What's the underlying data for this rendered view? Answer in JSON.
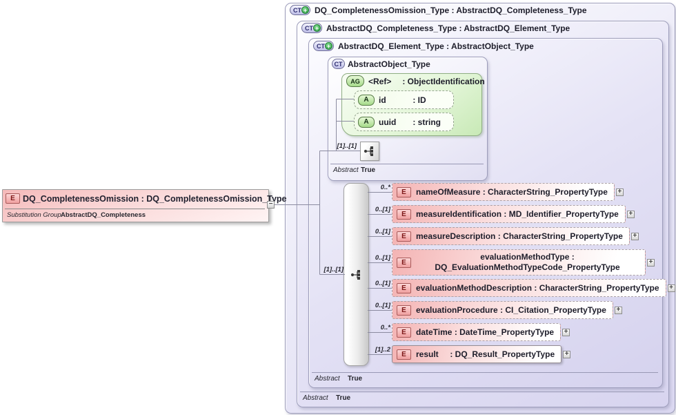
{
  "diagram": {
    "left_element": {
      "icon": "E",
      "title": "DQ_CompletenessOmission : DQ_CompletenessOmission_Type",
      "substitution_group_label": "Substitution Group",
      "substitution_group_value": "AbstractDQ_Completeness"
    },
    "type_boxes": [
      {
        "icon": "CT",
        "title": "DQ_CompletenessOmission_Type : AbstractDQ_Completeness_Type"
      },
      {
        "icon": "CT",
        "title": "AbstractDQ_Completeness_Type : AbstractDQ_Element_Type",
        "abstract_label": "Abstract",
        "abstract_value": "True"
      },
      {
        "icon": "CT",
        "title": "AbstractDQ_Element_Type : AbstractObject_Type",
        "abstract_label": "Abstract",
        "abstract_value": "True"
      },
      {
        "icon": "CT",
        "title": "AbstractObject_Type",
        "abstract_label": "Abstract",
        "abstract_value": "True"
      }
    ],
    "attribute_group": {
      "icon": "AG",
      "name": "<Ref>",
      "type": ": ObjectIdentification",
      "attributes": [
        {
          "icon": "A",
          "name": "id",
          "type": ": ID"
        },
        {
          "icon": "A",
          "name": "uuid",
          "type": ": string"
        }
      ]
    },
    "object_sequence_cardinality": "[1]..[1]",
    "main_sequence_cardinality": "[1]..[1]",
    "elements": [
      {
        "icon": "E",
        "cardinality": "0..*",
        "name": "nameOfMeasure",
        "type": ": CharacterString_PropertyType"
      },
      {
        "icon": "E",
        "cardinality": "0..[1]",
        "name": "measureIdentification",
        "type": ": MD_Identifier_PropertyType"
      },
      {
        "icon": "E",
        "cardinality": "0..[1]",
        "name": "measureDescription",
        "type": ": CharacterString_PropertyType"
      },
      {
        "icon": "E",
        "cardinality": "0..[1]",
        "name": "evaluationMethodType",
        "type": ": DQ_EvaluationMethodTypeCode_PropertyType"
      },
      {
        "icon": "E",
        "cardinality": "0..[1]",
        "name": "evaluationMethodDescription",
        "type": ": CharacterString_PropertyType"
      },
      {
        "icon": "E",
        "cardinality": "0..[1]",
        "name": "evaluationProcedure",
        "type": ": CI_Citation_PropertyType"
      },
      {
        "icon": "E",
        "cardinality": "0..*",
        "name": "dateTime",
        "type": ": DateTime_PropertyType"
      },
      {
        "icon": "E",
        "cardinality": "[1]..2",
        "name": "result",
        "type": ": DQ_Result_PropertyType"
      }
    ],
    "icons": {
      "expand": "+",
      "collapse": "−",
      "ct_plus": "+"
    },
    "palette": {
      "element_pink": "#f4b4b4",
      "type_lavender": "#d7d4ef",
      "attr_green": "#c8e9b6",
      "line_gray": "#8b8ba0"
    }
  }
}
